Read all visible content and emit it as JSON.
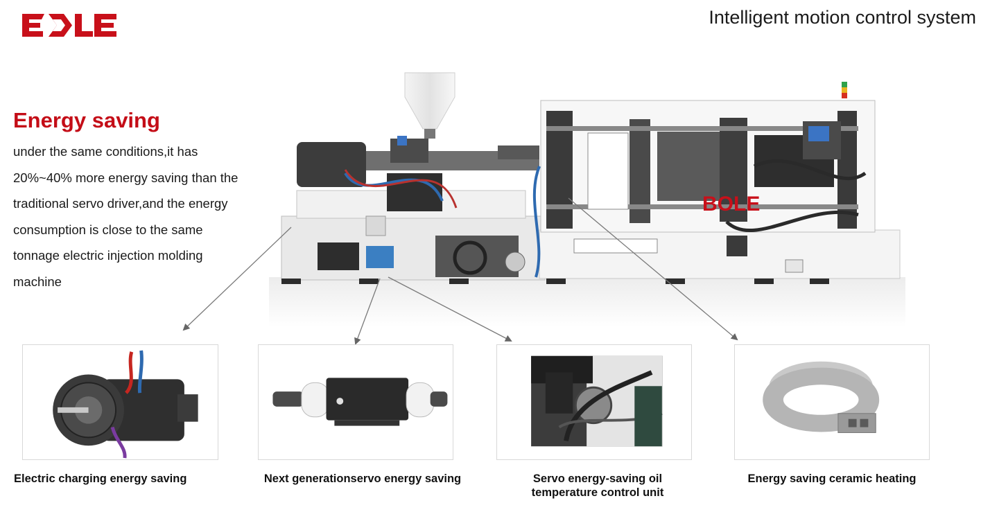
{
  "brand": {
    "logo_text": "BOLE",
    "brand_color": "#c8101a"
  },
  "header": {
    "title": "Intelligent motion control system"
  },
  "feature": {
    "heading": "Energy saving",
    "body": "under the same conditions,it has 20%~40% more energy saving than the traditional servo driver,and the energy consumption is close to the same tonnage electric injection molding machine",
    "heading_color": "#c40d17"
  },
  "machine": {
    "logo_text": "BOLE"
  },
  "components": [
    {
      "label": "Electric charging energy saving",
      "icon": "servo-motor-photo"
    },
    {
      "label": "Next generationservo energy saving",
      "icon": "servo-pump-photo"
    },
    {
      "label": "Servo energy-saving oil temperature control unit",
      "icon": "oil-temperature-unit-photo"
    },
    {
      "label": "Energy saving ceramic heating",
      "icon": "ceramic-heater-band-photo"
    }
  ]
}
